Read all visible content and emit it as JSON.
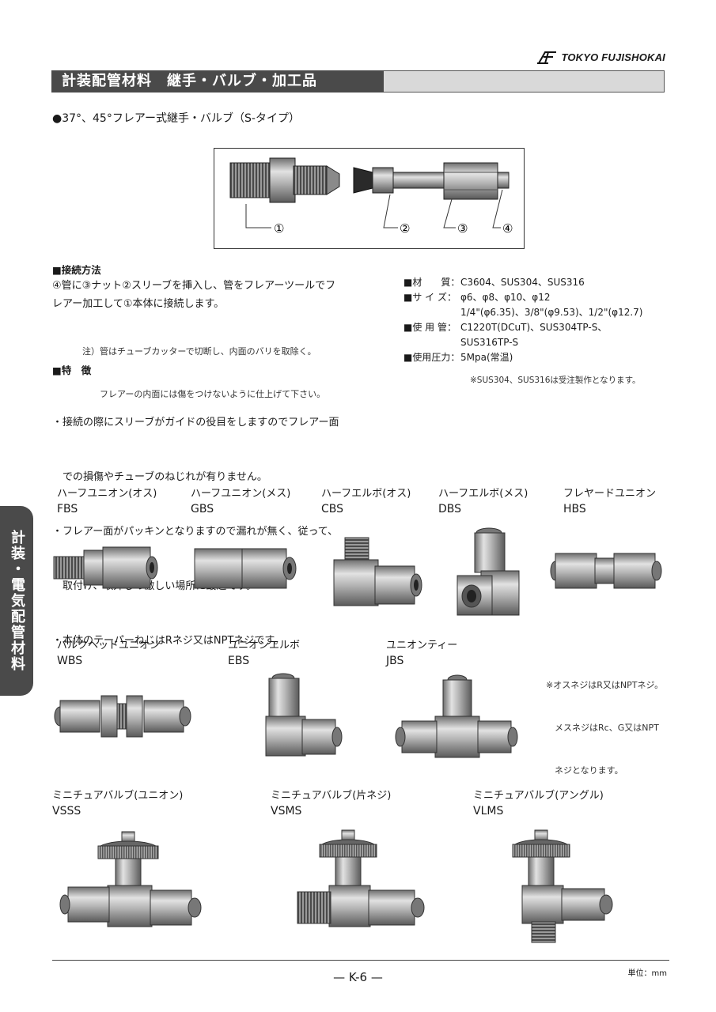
{
  "header": {
    "logo_text": "TOKYO FUJISHOKAI",
    "title": "計装配管材料　継手・バルブ・加工品"
  },
  "section": {
    "title": "●37°、45°フレアー式継手・バルブ（S-タイプ）"
  },
  "diagram": {
    "labels": [
      "①",
      "②",
      "③",
      "④"
    ]
  },
  "connection": {
    "heading": "■接続方法",
    "lines": [
      "④管に③ナット②スリーブを挿入し、管をフレアーツールでフ",
      "レアー加工して①本体に接続します。"
    ],
    "notes": [
      "注）管はチューブカッターで切断し、内面のバリを取除く。",
      "　　フレアーの内面には傷をつけないように仕上げて下さい。"
    ]
  },
  "features": {
    "heading": "■特　徴",
    "lines": [
      "・接続の際にスリーブがガイドの役目をしますのでフレアー面",
      "　での損傷やチューブのねじれが有りません。",
      "・フレアー面がパッキンとなりますので漏れが無く、従って、",
      "　取付け、取外しの激しい場所に最適です。",
      "・本体のテーパーねじはRネジ又はNPTネジです。"
    ]
  },
  "specs": {
    "material_label": "■材　　質：",
    "material_value": "C3604、SUS304、SUS316",
    "size_label": "■サ イ ズ：",
    "size_value_1": "φ6、φ8、φ10、φ12",
    "size_value_2": "1/4\"(φ6.35)、3/8\"(φ9.53)、1/2\"(φ12.7)",
    "pipe_label": "■使 用 管：",
    "pipe_value_1": "C1220T(DCuT)、SUS304TP-S、",
    "pipe_value_2": "SUS316TP-S",
    "pressure_label": "■使用圧力：",
    "pressure_value": "5Mpa(常温)",
    "note": "※SUS304、SUS316は受注製作となります。"
  },
  "products": [
    {
      "name": "ハーフユニオン(オス)",
      "code": "FBS"
    },
    {
      "name": "ハーフユニオン(メス)",
      "code": "GBS"
    },
    {
      "name": "ハーフエルボ(オス)",
      "code": "CBS"
    },
    {
      "name": "ハーフエルボ(メス)",
      "code": "DBS"
    },
    {
      "name": "フレヤードユニオン",
      "code": "HBS"
    },
    {
      "name": "バルクヘッドユニオン",
      "code": "WBS"
    },
    {
      "name": "ユニオンエルボ",
      "code": "EBS"
    },
    {
      "name": "ユニオンティー",
      "code": "JBS"
    },
    {
      "name": "ミニチュアバルブ(ユニオン)",
      "code": "VSSS"
    },
    {
      "name": "ミニチュアバルブ(片ネジ)",
      "code": "VSMS"
    },
    {
      "name": "ミニチュアバルブ(アングル)",
      "code": "VLMS"
    }
  ],
  "thread_note": [
    "※オスネジはR又はNPTネジ。",
    "　メスネジはRc、G又はNPT",
    "　ネジとなります。"
  ],
  "side_tab": "計装・電気配管材料",
  "footer": {
    "page": "— K-6 —",
    "unit": "単位：mm"
  }
}
